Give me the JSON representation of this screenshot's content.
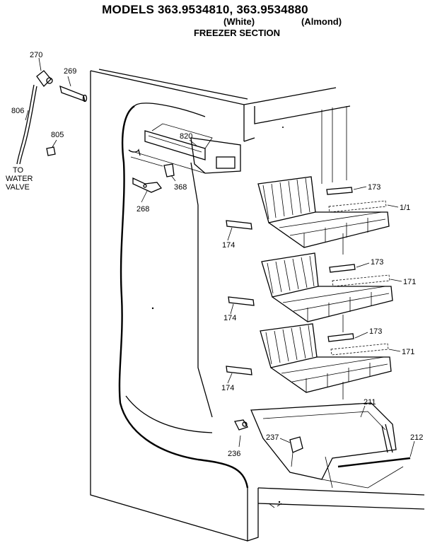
{
  "header": {
    "title": "MODELS 363.9534810, 363.9534880",
    "variant_white": "(White)",
    "variant_almond": "(Almond)",
    "section": "FREEZER SECTION"
  },
  "labels": {
    "p270": "270",
    "p269": "269",
    "p806": "806",
    "p805": "805",
    "to_water_valve_1": "TO",
    "to_water_valve_2": "WATER",
    "to_water_valve_3": "VALVE",
    "p820": "820",
    "p368": "368",
    "p268": "268",
    "p173_a": "173",
    "p171_a": "1/1",
    "p174_a": "174",
    "p173_b": "173",
    "p171_b": "171",
    "p174_b": "174",
    "p173_c": "173",
    "p171_c": "171",
    "p174_c": "174",
    "p211": "211",
    "p212": "212",
    "p236": "236",
    "p237": "237"
  }
}
